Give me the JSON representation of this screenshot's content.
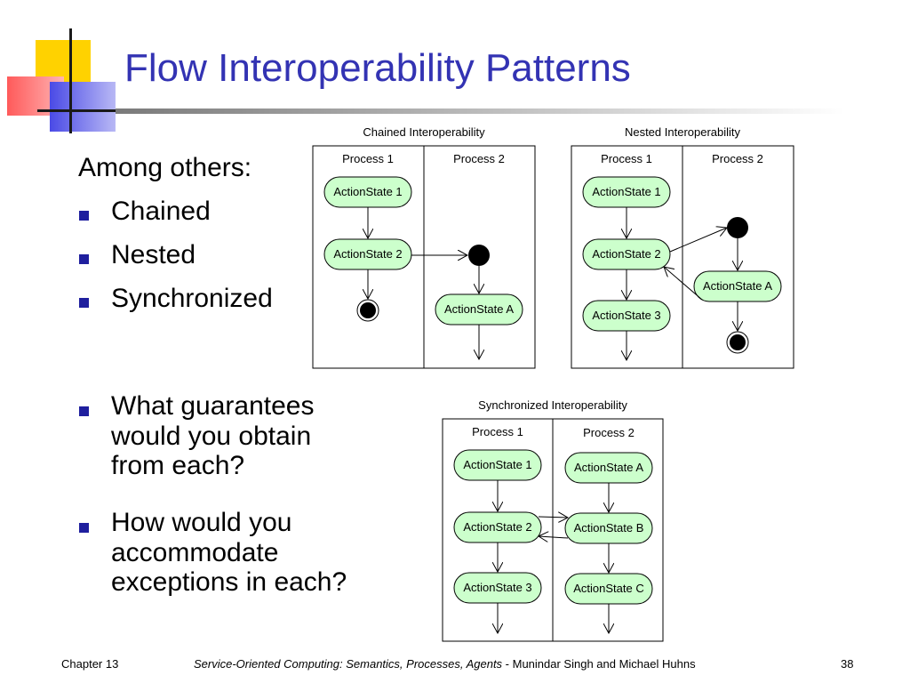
{
  "slide": {
    "title": "Flow Interoperability Patterns",
    "intro": "Among others:",
    "bullets": [
      "Chained",
      "Nested",
      "Synchronized"
    ],
    "questions": [
      [
        "What guarantees",
        "would you obtain",
        "from each?"
      ],
      [
        "How would you",
        "accommodate",
        "exceptions in each?"
      ]
    ]
  },
  "diagrams": {
    "chained": {
      "title": "Chained Interoperability",
      "lanes": [
        "Process 1",
        "Process 2"
      ],
      "states": [
        "ActionState 1",
        "ActionState 2",
        "ActionState A"
      ]
    },
    "nested": {
      "title": "Nested Interoperability",
      "lanes": [
        "Process 1",
        "Process 2"
      ],
      "states": [
        "ActionState 1",
        "ActionState 2",
        "ActionState 3",
        "ActionState A"
      ]
    },
    "synchronized": {
      "title": "Synchronized Interoperability",
      "lanes": [
        "Process 1",
        "Process 2"
      ],
      "states": [
        "ActionState 1",
        "ActionState 2",
        "ActionState 3",
        "ActionState A",
        "ActionState B",
        "ActionState C"
      ]
    }
  },
  "footer": {
    "chapter": "Chapter 13",
    "book": "Service-Oriented Computing: Semantics, Processes, Agents",
    "authors": " - Munindar Singh and Michael Huhns",
    "page": "38"
  },
  "colors": {
    "title": "#3333b3",
    "bullet": "#1f1f9e",
    "state_fill": "#ccffcc"
  }
}
